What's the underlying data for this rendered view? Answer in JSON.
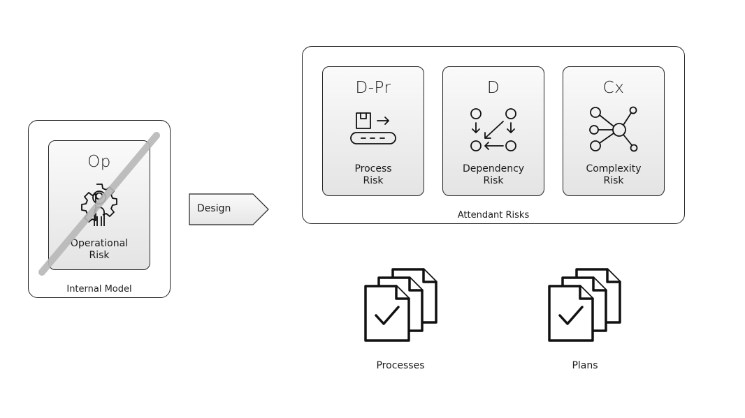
{
  "internal_model": {
    "caption": "Internal Model",
    "card": {
      "code": "Op",
      "label_line1": "Operational",
      "label_line2": "Risk",
      "icon": "gear-person-icon",
      "struck_out": true
    }
  },
  "design_arrow": {
    "label": "Design"
  },
  "attendant_risks": {
    "caption": "Attendant Risks",
    "cards": [
      {
        "code": "D-Pr",
        "label_line1": "Process",
        "label_line2": "Risk",
        "icon": "conveyor-box-icon"
      },
      {
        "code": "D",
        "label_line1": "Dependency",
        "label_line2": "Risk",
        "icon": "dependency-nodes-icon"
      },
      {
        "code": "Cx",
        "label_line1": "Complexity",
        "label_line2": "Risk",
        "icon": "network-hub-icon"
      }
    ]
  },
  "documents": [
    {
      "label": "Processes",
      "icon": "document-stack-check-icon"
    },
    {
      "label": "Plans",
      "icon": "document-stack-check-icon"
    }
  ]
}
